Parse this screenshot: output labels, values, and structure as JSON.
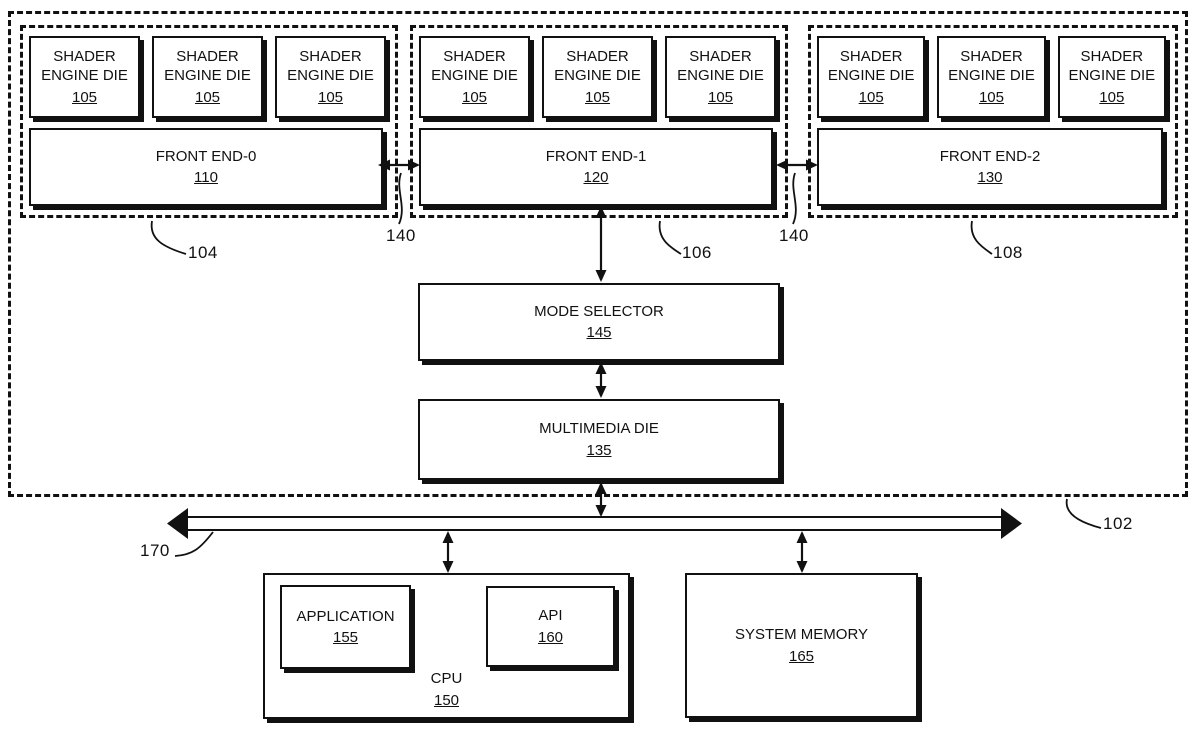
{
  "figure": {
    "soc": {
      "ref": "102",
      "groups": [
        {
          "ref": "104",
          "dies": [
            {
              "label": "SHADER ENGINE DIE",
              "ref": "105"
            },
            {
              "label": "SHADER ENGINE DIE",
              "ref": "105"
            },
            {
              "label": "SHADER ENGINE DIE",
              "ref": "105"
            }
          ],
          "front_end": {
            "label": "FRONT END-0",
            "ref": "110"
          }
        },
        {
          "ref": "106",
          "dies": [
            {
              "label": "SHADER ENGINE DIE",
              "ref": "105"
            },
            {
              "label": "SHADER ENGINE DIE",
              "ref": "105"
            },
            {
              "label": "SHADER ENGINE DIE",
              "ref": "105"
            }
          ],
          "front_end": {
            "label": "FRONT END-1",
            "ref": "120"
          }
        },
        {
          "ref": "108",
          "dies": [
            {
              "label": "SHADER ENGINE DIE",
              "ref": "105"
            },
            {
              "label": "SHADER ENGINE DIE",
              "ref": "105"
            },
            {
              "label": "SHADER ENGINE DIE",
              "ref": "105"
            }
          ],
          "front_end": {
            "label": "FRONT END-2",
            "ref": "130"
          }
        }
      ],
      "links": [
        {
          "ref": "140"
        },
        {
          "ref": "140"
        }
      ],
      "mode_selector": {
        "label": "MODE SELECTOR",
        "ref": "145"
      },
      "multimedia_die": {
        "label": "MULTIMEDIA DIE",
        "ref": "135"
      }
    },
    "bus": {
      "ref": "170"
    },
    "cpu": {
      "label": "CPU",
      "ref": "150",
      "application": {
        "label": "APPLICATION",
        "ref": "155"
      },
      "api": {
        "label": "API",
        "ref": "160"
      }
    },
    "system_memory": {
      "label": "SYSTEM MEMORY",
      "ref": "165"
    }
  }
}
